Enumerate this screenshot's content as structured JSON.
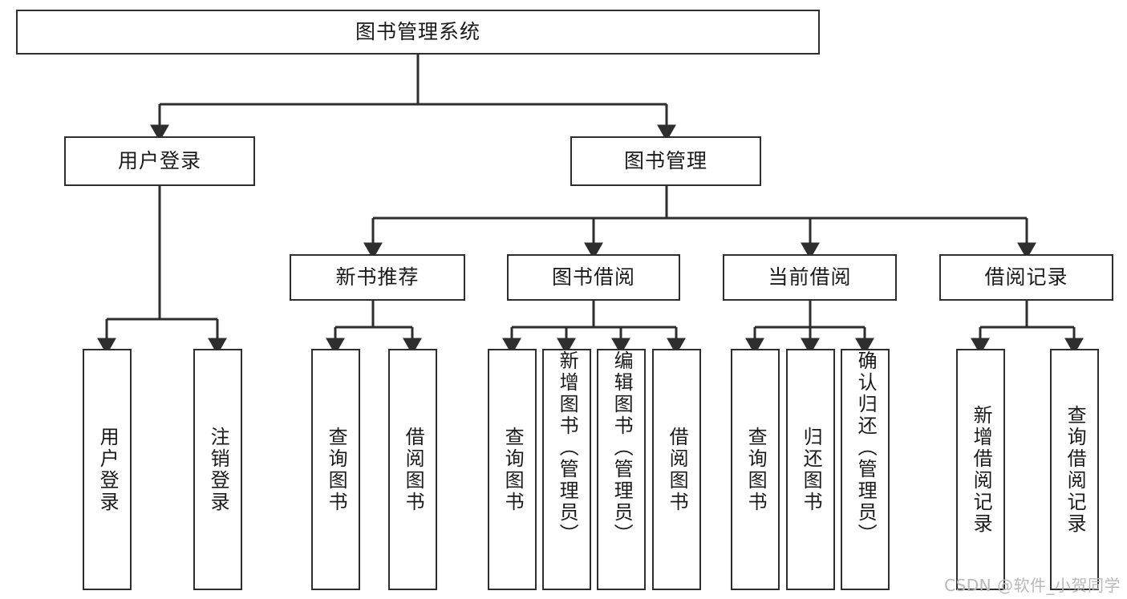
{
  "diagram": {
    "title": "图书管理系统",
    "type": "功能结构图",
    "root": {
      "label": "图书管理系统"
    },
    "level2": [
      {
        "label": "用户登录"
      },
      {
        "label": "图书管理"
      }
    ],
    "level3": [
      {
        "label": "新书推荐"
      },
      {
        "label": "图书借阅"
      },
      {
        "label": "当前借阅"
      },
      {
        "label": "借阅记录"
      }
    ],
    "leaves": {
      "user_login": [
        {
          "label": "用户登录"
        },
        {
          "label": "注销登录"
        }
      ],
      "new_book_recommend": [
        {
          "label": "查询图书"
        },
        {
          "label": "借阅图书"
        }
      ],
      "book_borrow": [
        {
          "label": "查询图书"
        },
        {
          "label": "新增图书（管理员）"
        },
        {
          "label": "编辑图书（管理员）"
        },
        {
          "label": "借阅图书"
        }
      ],
      "current_borrow": [
        {
          "label": "查询图书"
        },
        {
          "label": "归还图书"
        },
        {
          "label": "确认归还（管理员）"
        }
      ],
      "borrow_record": [
        {
          "label": "新增借阅记录"
        },
        {
          "label": "查询借阅记录"
        }
      ]
    }
  },
  "watermark": {
    "text": "CSDN @软件_小贺同学"
  },
  "colors": {
    "stroke": "#2e2e2e",
    "background": "#ffffff",
    "text": "#1a1a1a",
    "watermark": "#b9b9b9"
  }
}
